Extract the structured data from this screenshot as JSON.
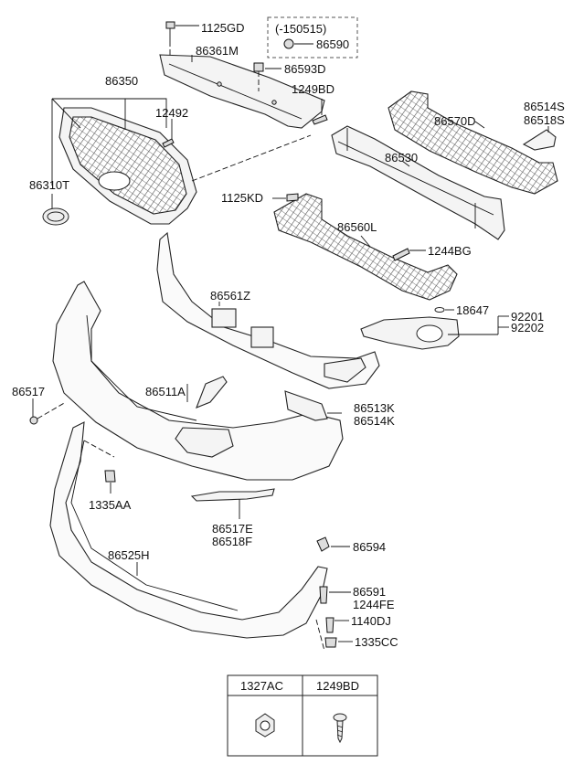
{
  "callouts": {
    "p1125GD": "1125GD",
    "note_range": "(-150515)",
    "p86590": "86590",
    "p86361M": "86361M",
    "p86593D": "86593D",
    "p86350": "86350",
    "p1249BD": "1249BD",
    "p12492": "12492",
    "p86514S": "86514S",
    "p86518S": "86518S",
    "p86570D": "86570D",
    "p86530": "86530",
    "p86310T": "86310T",
    "p1125KD": "1125KD",
    "p86560L": "86560L",
    "p1244BG": "1244BG",
    "p86561Z": "86561Z",
    "p18647": "18647",
    "p92201": "92201",
    "p92202": "92202",
    "p86517": "86517",
    "p86511A": "86511A",
    "p86513K": "86513K",
    "p86514K": "86514K",
    "p1335AA": "1335AA",
    "p86517E": "86517E",
    "p86518F": "86518F",
    "p86594": "86594",
    "p86525H": "86525H",
    "p86591": "86591",
    "p1244FE": "1244FE",
    "p1140DJ": "1140DJ",
    "p1335CC": "1335CC"
  },
  "legend_table": {
    "headers": [
      "1327AC",
      "1249BD"
    ],
    "icons": [
      "nut-icon",
      "screw-icon"
    ]
  }
}
